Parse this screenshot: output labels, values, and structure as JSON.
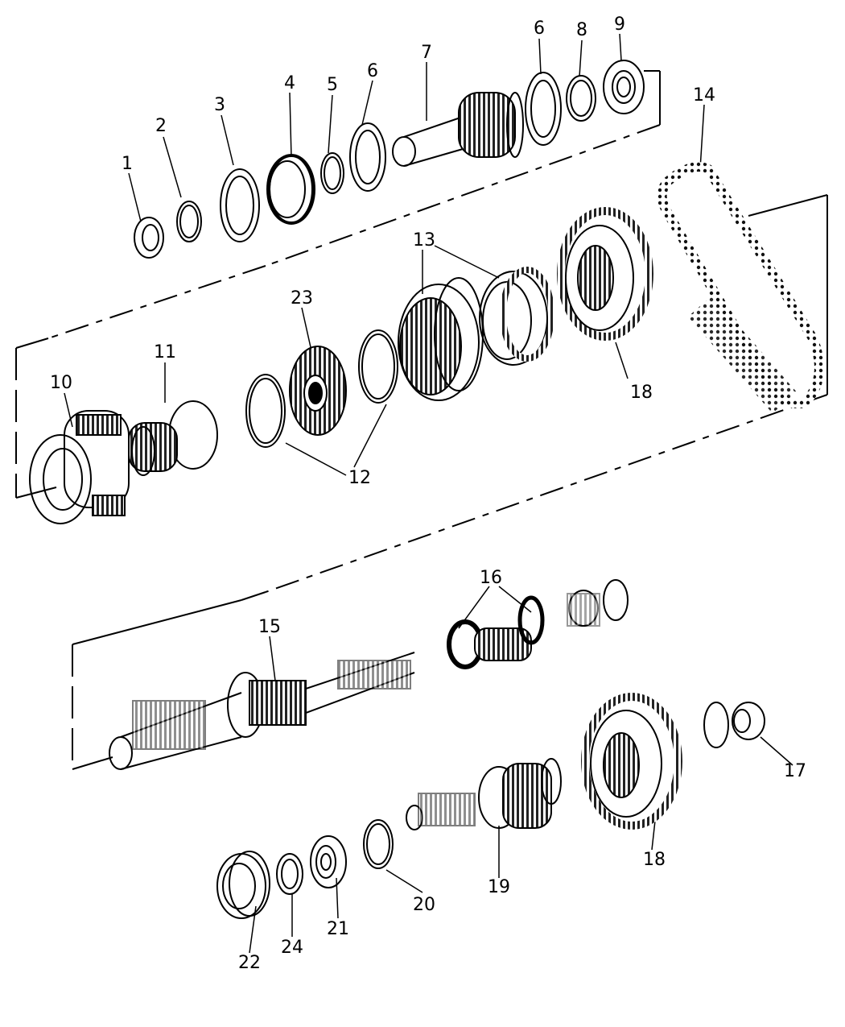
{
  "diagram": {
    "parts": [
      {
        "id": "p1",
        "label": "1"
      },
      {
        "id": "p2",
        "label": "2"
      },
      {
        "id": "p3",
        "label": "3"
      },
      {
        "id": "p4",
        "label": "4"
      },
      {
        "id": "p5",
        "label": "5"
      },
      {
        "id": "p6a",
        "label": "6"
      },
      {
        "id": "p7",
        "label": "7"
      },
      {
        "id": "p6b",
        "label": "6"
      },
      {
        "id": "p8",
        "label": "8"
      },
      {
        "id": "p9",
        "label": "9"
      },
      {
        "id": "p14",
        "label": "14"
      },
      {
        "id": "p13",
        "label": "13"
      },
      {
        "id": "p23",
        "label": "23"
      },
      {
        "id": "p11",
        "label": "11"
      },
      {
        "id": "p10",
        "label": "10"
      },
      {
        "id": "p18a",
        "label": "18"
      },
      {
        "id": "p12",
        "label": "12"
      },
      {
        "id": "p16",
        "label": "16"
      },
      {
        "id": "p15",
        "label": "15"
      },
      {
        "id": "p17",
        "label": "17"
      },
      {
        "id": "p18b",
        "label": "18"
      },
      {
        "id": "p19",
        "label": "19"
      },
      {
        "id": "p20",
        "label": "20"
      },
      {
        "id": "p21",
        "label": "21"
      },
      {
        "id": "p22",
        "label": "22"
      },
      {
        "id": "p24",
        "label": "24"
      }
    ]
  }
}
